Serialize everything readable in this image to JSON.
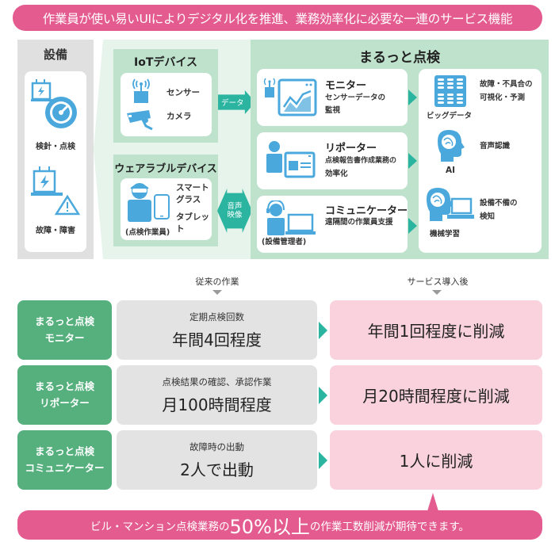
{
  "header": {
    "banner": "作業員が使い易いUIによりデジタル化を推進、業務効率化に必要な一連のサービス機能"
  },
  "facility": {
    "title": "設備",
    "items": [
      {
        "icon": "transformer-gauge-icon",
        "label": "検針・点検"
      },
      {
        "icon": "transformer-warning-icon",
        "label": "故障・障害"
      }
    ]
  },
  "devices": {
    "iot": {
      "title": "IoTデバイス",
      "items": [
        {
          "icon": "sensor-antenna-icon",
          "label": "センサー"
        },
        {
          "icon": "security-camera-icon",
          "label": "カメラ"
        }
      ]
    },
    "wearable": {
      "title": "ウェアラブルデバイス",
      "items": [
        "スマート",
        "グラス",
        "タブレット"
      ],
      "worker_label": "(点検作業員)"
    },
    "data_arrow_label": "データ",
    "voice_arrow_label": [
      "音声",
      "映像"
    ]
  },
  "service": {
    "title": "まるっと点検",
    "modules": [
      {
        "name": "モニター",
        "desc": [
          "センサーデータの",
          "監視"
        ],
        "icon": "monitor-chart-icon"
      },
      {
        "name": "リポーター",
        "desc": [
          "点検報告書作成業務の",
          "効率化"
        ],
        "icon": "person-report-icon"
      },
      {
        "name": "コミュニケーター",
        "desc": [
          "遠隔間の作業員支援"
        ],
        "icon": "headset-laptop-icon",
        "sub_label": "(設備管理者)"
      }
    ],
    "tech": [
      {
        "name": "ビッグデータ",
        "desc": [
          "故障・不具合の",
          "可視化・予測"
        ],
        "icon": "database-icon"
      },
      {
        "name": "AI",
        "desc": [
          "音声認識"
        ],
        "icon": "ai-head-icon"
      },
      {
        "name": "機械学習",
        "desc": [
          "設備不備の",
          "検知"
        ],
        "icon": "ml-head-laptop-icon"
      }
    ]
  },
  "comparison": {
    "before_header": "従来の作業",
    "after_header": "サービス導入後",
    "rows": [
      {
        "label": [
          "まるっと点検",
          "モニター"
        ],
        "before_sub": "定期点検回数",
        "before_main": "年間4回程度",
        "after": "年間1回程度に削減"
      },
      {
        "label": [
          "まるっと点検",
          "リポーター"
        ],
        "before_sub": "点検結果の確認、承認作業",
        "before_main": "月100時間程度",
        "after": "月20時間程度に削減"
      },
      {
        "label": [
          "まるっと点検",
          "コミュニケーター"
        ],
        "before_sub": "故障時の出動",
        "before_main": "2人で出動",
        "after": "1人に削減"
      }
    ]
  },
  "footer": {
    "prefix": "ビル・マンション点検業務の",
    "highlight": "50%以上",
    "suffix": "の作業工数削減が期待できます。"
  },
  "colors": {
    "pink": "#e45c8f",
    "green_label": "#55b07e",
    "teal_arrow": "#2bb5a0",
    "icon_blue": "#4aa8dc",
    "service_bg": "#bfe2cd",
    "after_bg": "#f9d2de",
    "before_bg": "#e3e3e3"
  }
}
